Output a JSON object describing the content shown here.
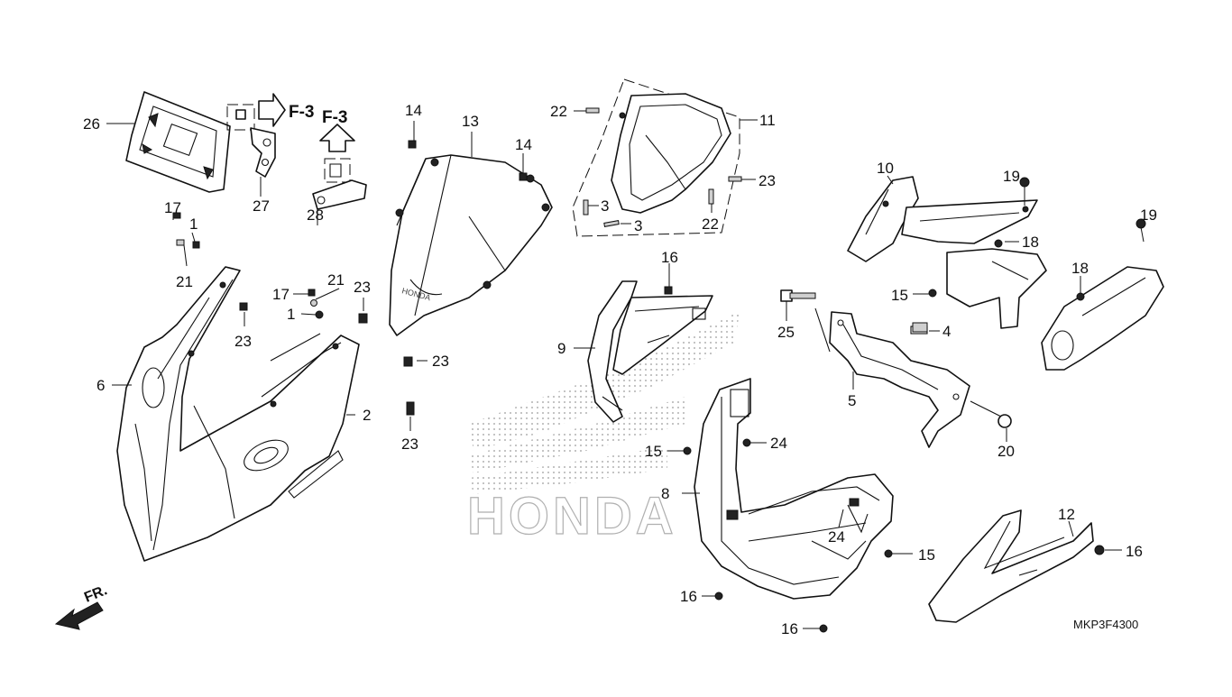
{
  "diagram": {
    "code": "MKP3F4300",
    "front_indicator": "FR.",
    "ref_top": "F-3",
    "ref_side": "F-3",
    "watermark": "HONDA",
    "callouts": {
      "c26": "26",
      "c27": "27",
      "c28": "28",
      "c17a": "17",
      "c1a": "1",
      "c21a": "21",
      "c17b": "17",
      "c21b": "21",
      "c1b": "1",
      "c23a": "23",
      "c23b": "23",
      "c23c": "23",
      "c23d": "23",
      "c23e": "23",
      "c6": "6",
      "c2": "2",
      "c14a": "14",
      "c13": "13",
      "c14b": "14",
      "c22a": "22",
      "c11": "11",
      "c3a": "3",
      "c3b": "3",
      "c22b": "22",
      "c16a": "16",
      "c9": "9",
      "c10": "10",
      "c19a": "19",
      "c19b": "19",
      "c18a": "18",
      "c18b": "18",
      "c15a": "15",
      "c25": "25",
      "c4": "4",
      "c5": "5",
      "c20": "20",
      "c15b": "15",
      "c24a": "24",
      "c8": "8",
      "c24b": "24",
      "c15c": "15",
      "c16b": "16",
      "c16c": "16",
      "c12": "12",
      "c16d": "16"
    }
  }
}
